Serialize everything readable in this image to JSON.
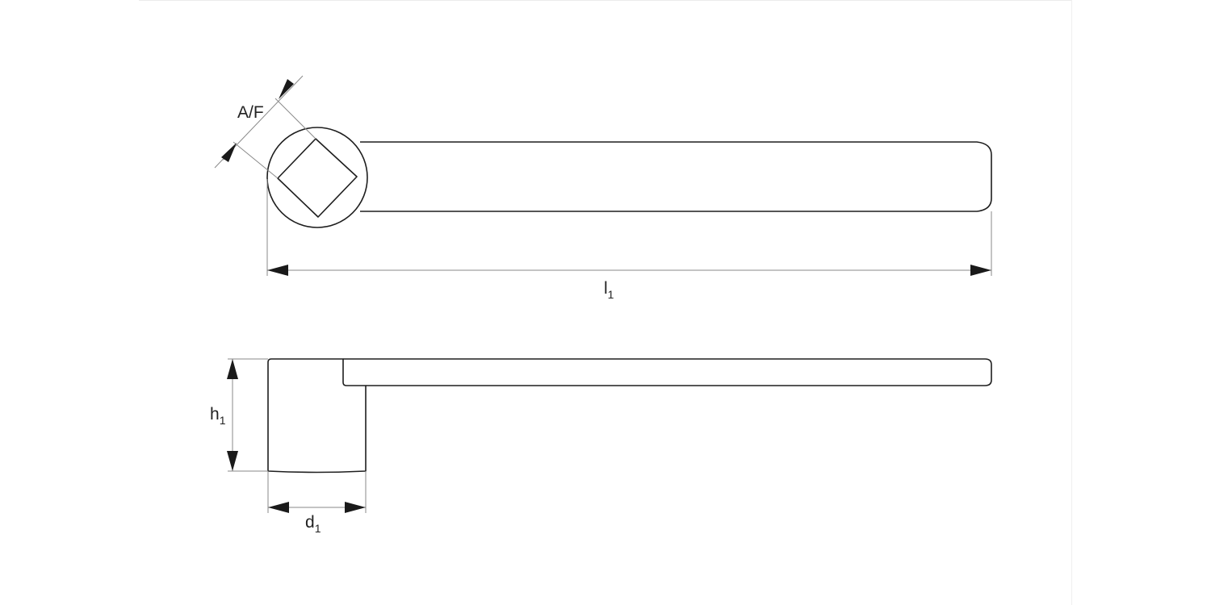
{
  "drawing": {
    "subject": "square socket wrench (technical drawing)",
    "views": [
      "top-view",
      "side-view"
    ],
    "line_color": "#1e1e1e",
    "dimension_line_color": "#8a8a8a"
  },
  "dimensions": {
    "af": {
      "label": "A/F"
    },
    "l1": {
      "main": "l",
      "sub": "1"
    },
    "h1": {
      "main": "h",
      "sub": "1"
    },
    "d1": {
      "main": "d",
      "sub": "1"
    }
  }
}
